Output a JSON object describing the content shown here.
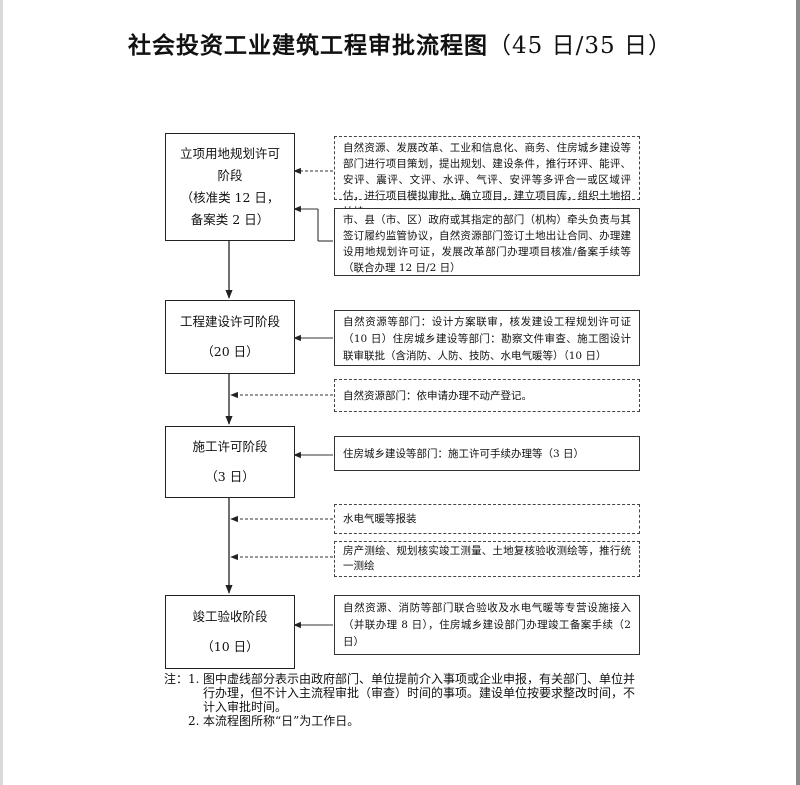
{
  "title": {
    "main": "社会投资工业建筑工程审批流程图",
    "sub": "（45 日/35 日）"
  },
  "stages": [
    {
      "lines": [
        "立项用地规划许可",
        "阶段",
        "（核准类 12 日，",
        "备案类 2 日）"
      ]
    },
    {
      "lines": [
        "工程建设许可阶段",
        "",
        "（20 日）"
      ]
    },
    {
      "lines": [
        "施工许可阶段",
        "",
        "（3 日）"
      ]
    },
    {
      "lines": [
        "竣工验收阶段",
        "",
        "（10 日）"
      ]
    }
  ],
  "notes": [
    {
      "style": "dashed",
      "text": "自然资源、发展改革、工业和信息化、商务、住房城乡建设等部门进行项目策划，提出规划、建设条件，推行环评、能评、安评、震评、文评、水评、气评、安评等多评合一或区域评估，进行项目模拟审批，确立项目，建立项目库，组织土地招拍挂。"
    },
    {
      "style": "solid",
      "text": "市、县（市、区）政府或其指定的部门（机构）牵头负责与其签订履约监管协议，自然资源部门签订土地出让合同、办理建设用地规划许可证，发展改革部门办理项目核准/备案手续等（联合办理 12 日/2 日）"
    },
    {
      "style": "solid",
      "text": "自然资源等部门：设计方案联审，核发建设工程规划许可证（10 日）住房城乡建设等部门：勘察文件审查、施工图设计联审联批（含消防、人防、技防、水电气暖等）（10 日）"
    },
    {
      "style": "dashed",
      "text": "自然资源部门：依申请办理不动产登记。"
    },
    {
      "style": "solid",
      "text": "住房城乡建设等部门：施工许可手续办理等（3 日）"
    },
    {
      "style": "dashed",
      "text": "水电气暖等报装"
    },
    {
      "style": "dashed",
      "text": "房产测绘、规划核实竣工测量、土地复核验收测绘等，推行统一测绘"
    },
    {
      "style": "solid",
      "text": "自然资源、消防等部门联合验收及水电气暖等专营设施接入（并联办理 8 日），住房城乡建设部门办理竣工备案手续（2 日）"
    }
  ],
  "footnote": {
    "lead": "注：",
    "items": [
      {
        "num": "1.",
        "text": "图中虚线部分表示由政府部门、单位提前介入事项或企业申报，有关部门、单位并行办理，但不计入主流程审批（审查）时间的事项。建设单位按要求整改时间，不计入审批时间。"
      },
      {
        "num": "2.",
        "text": "本流程图所称“日”为工作日。"
      }
    ]
  }
}
